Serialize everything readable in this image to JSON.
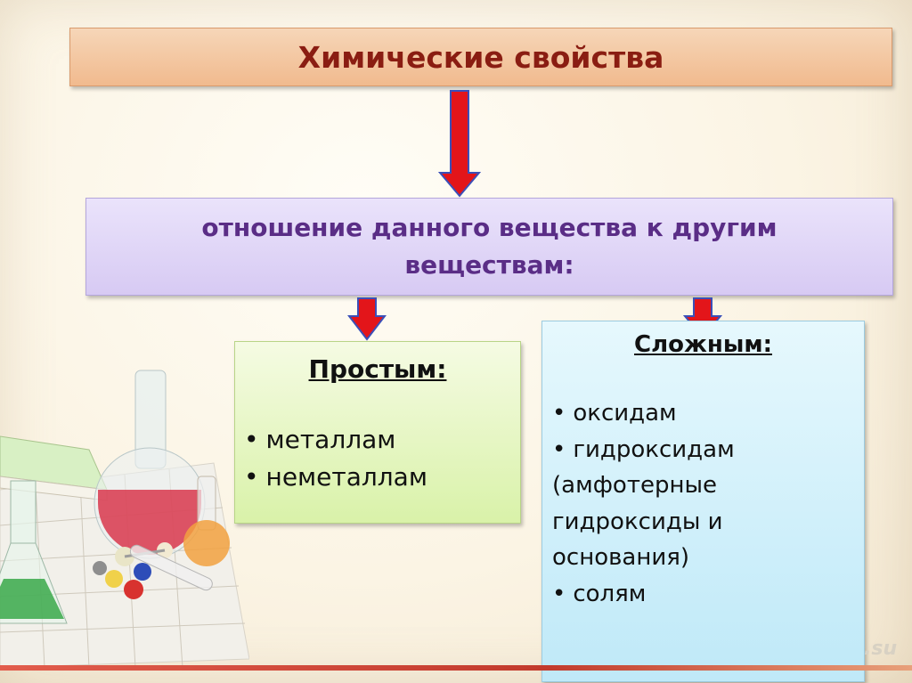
{
  "title": "Химические свойства",
  "relation": {
    "text": "отношение данного вещества к другим веществам:"
  },
  "simple": {
    "heading": "Простым:",
    "items": [
      "металлам",
      "неметаллам"
    ]
  },
  "complex": {
    "heading": "Сложным:",
    "items": [
      "оксидам",
      "гидроксидам (амфотерные гидроксиды и основания)",
      "солям"
    ]
  },
  "watermark": ".su",
  "colors": {
    "title_text": "#8a1d12",
    "relation_text": "#5a2d86",
    "arrow_fill": "#e3151a",
    "arrow_stroke": "#3b4fb8"
  },
  "icons": [
    "down-arrow-icon",
    "chemistry-lab-illustration"
  ]
}
